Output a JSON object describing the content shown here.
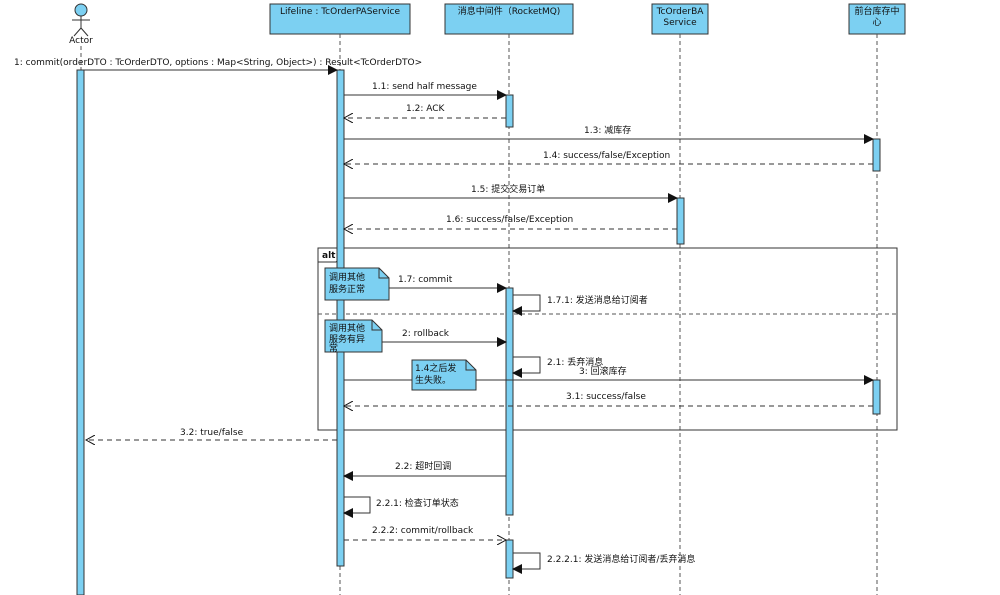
{
  "actor": {
    "label": "Actor"
  },
  "lifelines": [
    {
      "id": "pa",
      "lines": [
        "Lifeline : TcOrderPAService"
      ]
    },
    {
      "id": "mq",
      "lines": [
        "消息中间件（RocketMQ)"
      ]
    },
    {
      "id": "ba",
      "lines": [
        "TcOrderBA",
        "Service"
      ]
    },
    {
      "id": "inv",
      "lines": [
        "前台库存中",
        "心"
      ]
    }
  ],
  "messages": [
    {
      "label": "1: commit(orderDTO : TcOrderDTO, options : Map<String, Object>) : Result<TcOrderDTO>",
      "style": "solid"
    },
    {
      "label": "1.1: send half message",
      "style": "solid"
    },
    {
      "label": "1.2: ACK",
      "style": "dashed"
    },
    {
      "label": "1.3: 减库存",
      "style": "solid"
    },
    {
      "label": "1.4: success/false/Exception",
      "style": "dashed"
    },
    {
      "label": "1.5: 提交交易订单",
      "style": "solid"
    },
    {
      "label": "1.6: success/false/Exception",
      "style": "dashed"
    },
    {
      "label": "1.7: commit",
      "style": "solid"
    },
    {
      "label": "1.7.1: 发送消息给订阅者",
      "style": "self"
    },
    {
      "label": "2: rollback",
      "style": "solid"
    },
    {
      "label": "2.1: 丢弃消息",
      "style": "self"
    },
    {
      "label": "3: 回滚库存",
      "style": "solid"
    },
    {
      "label": "3.1: success/false",
      "style": "dashed"
    },
    {
      "label": "3.2: true/false",
      "style": "dashed"
    },
    {
      "label": "2.2: 超时回调",
      "style": "solid"
    },
    {
      "label": "2.2.1: 检查订单状态",
      "style": "self"
    },
    {
      "label": "2.2.2: commit/rollback",
      "style": "dashed"
    },
    {
      "label": "2.2.2.1: 发送消息给订阅者/丢弃消息",
      "style": "self"
    }
  ],
  "fragment": {
    "label": "alt"
  },
  "notes": [
    {
      "lines": [
        "调用其他",
        "服务正常"
      ]
    },
    {
      "lines": [
        "调用其他",
        "服务有异",
        "常"
      ]
    },
    {
      "lines": [
        "1.4之后发",
        "生失败。"
      ]
    }
  ],
  "colors": {
    "header_fill": "#7cd0f2",
    "activation_fill": "#7cd0f2",
    "note_fill": "#7cd0f2",
    "line": "#333333"
  }
}
